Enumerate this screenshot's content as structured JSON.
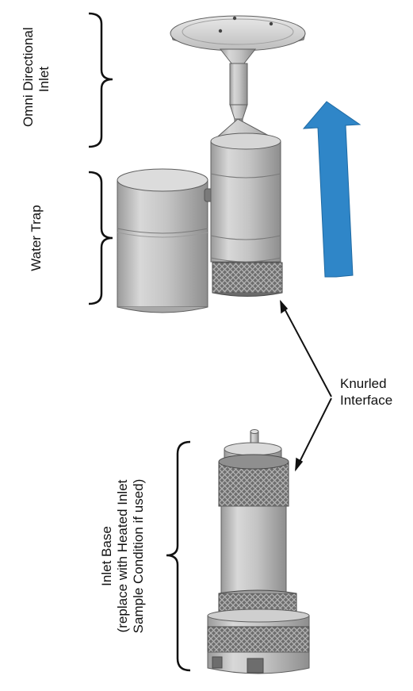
{
  "labels": {
    "omni_line1": "Omni Directional",
    "omni_line2": "Inlet",
    "water_trap": "Water Trap",
    "inlet_base_line1": "Inlet Base",
    "inlet_base_line2": "(replace with Heated Inlet",
    "inlet_base_line3": "Sample Condition if used)",
    "knurled_line1": "Knurled",
    "knurled_line2": "Interface"
  },
  "colors": {
    "metal_light": "#d9d9d9",
    "metal_mid": "#b8b8b8",
    "metal_dark": "#8c8c8c",
    "outline": "#5f5f5f",
    "arrow_blue": "#2f86c8",
    "bracket": "#111111"
  },
  "icons": {
    "up_arrow": "blue-up-arrow",
    "bracket": "curly-brace"
  }
}
